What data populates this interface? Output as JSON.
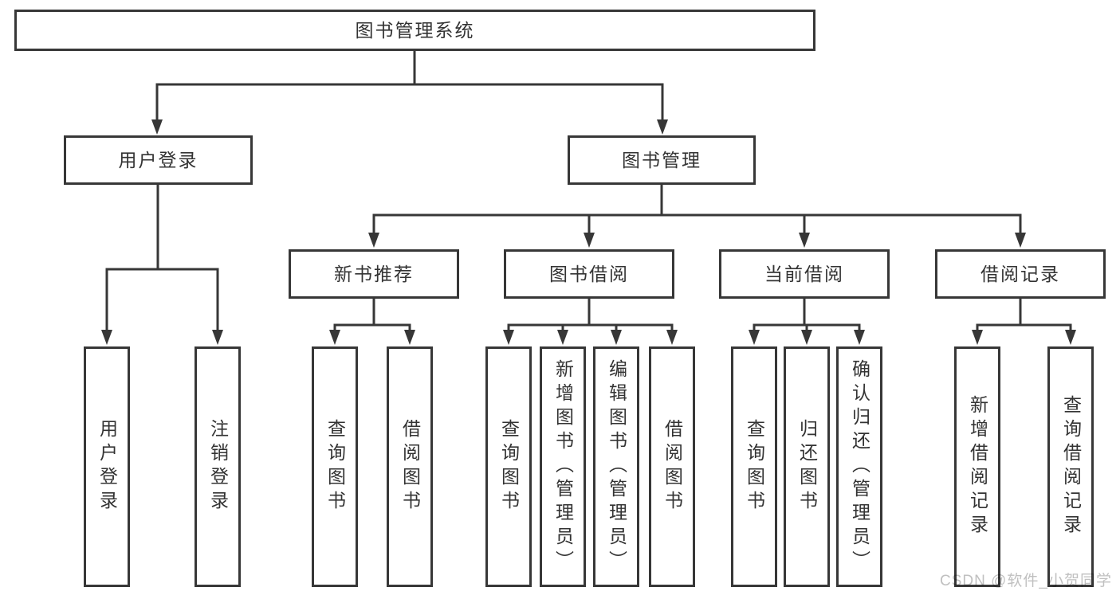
{
  "diagram": {
    "root": {
      "label": "图书管理系统"
    },
    "level2": [
      {
        "id": "user-login",
        "label": "用户登录"
      },
      {
        "id": "book-management",
        "label": "图书管理"
      }
    ],
    "level3": [
      {
        "id": "new-book-recommend",
        "label": "新书推荐",
        "parent": "图书管理"
      },
      {
        "id": "book-borrow",
        "label": "图书借阅",
        "parent": "图书管理"
      },
      {
        "id": "current-borrow",
        "label": "当前借阅",
        "parent": "图书管理"
      },
      {
        "id": "borrow-records",
        "label": "借阅记录",
        "parent": "图书管理"
      }
    ],
    "leaves": [
      {
        "label": "用户登录",
        "parent": "用户登录"
      },
      {
        "label": "注销登录",
        "parent": "用户登录"
      },
      {
        "label": "查询图书",
        "parent": "新书推荐"
      },
      {
        "label": "借阅图书",
        "parent": "新书推荐"
      },
      {
        "label": "查询图书",
        "parent": "图书借阅"
      },
      {
        "label": "新增图书（管理员）",
        "parent": "图书借阅"
      },
      {
        "label": "编辑图书（管理员）",
        "parent": "图书借阅"
      },
      {
        "label": "借阅图书",
        "parent": "图书借阅"
      },
      {
        "label": "查询图书",
        "parent": "当前借阅"
      },
      {
        "label": "归还图书",
        "parent": "当前借阅"
      },
      {
        "label": "确认归还（管理员）",
        "parent": "当前借阅"
      },
      {
        "label": "新增借阅记录",
        "parent": "借阅记录"
      },
      {
        "label": "查询借阅记录",
        "parent": "借阅记录"
      }
    ]
  },
  "watermark": {
    "text": "CSDN @软件_小贺同学"
  },
  "colors": {
    "line": "#373737",
    "box_border": "#373737",
    "text": "#333333",
    "watermark": "#c0c0c0",
    "background": "#ffffff"
  }
}
